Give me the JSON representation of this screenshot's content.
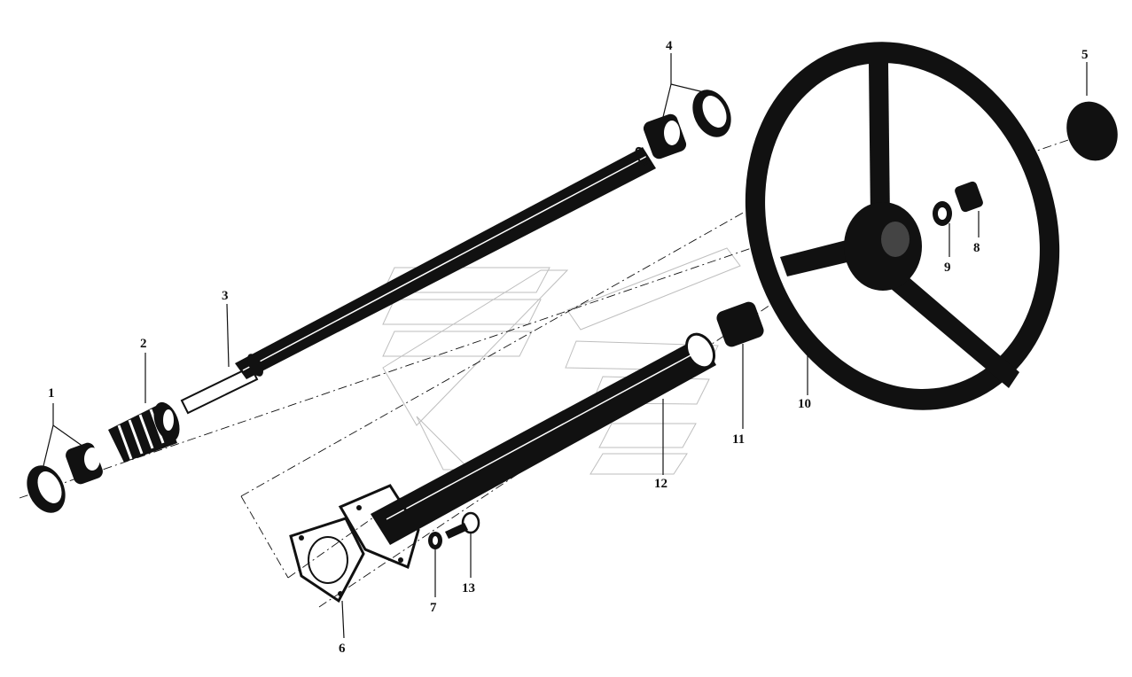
{
  "diagram": {
    "colors": {
      "ink": "#111111",
      "watermark": "#8a8a8a",
      "background": "#ffffff"
    },
    "callouts": [
      {
        "id": "1",
        "label": "1"
      },
      {
        "id": "2",
        "label": "2"
      },
      {
        "id": "3",
        "label": "3"
      },
      {
        "id": "4",
        "label": "4"
      },
      {
        "id": "5",
        "label": "5"
      },
      {
        "id": "6",
        "label": "6"
      },
      {
        "id": "7",
        "label": "7"
      },
      {
        "id": "8",
        "label": "8"
      },
      {
        "id": "9",
        "label": "9"
      },
      {
        "id": "10",
        "label": "10"
      },
      {
        "id": "11",
        "label": "11"
      },
      {
        "id": "12",
        "label": "12"
      },
      {
        "id": "13",
        "label": "13"
      }
    ]
  }
}
